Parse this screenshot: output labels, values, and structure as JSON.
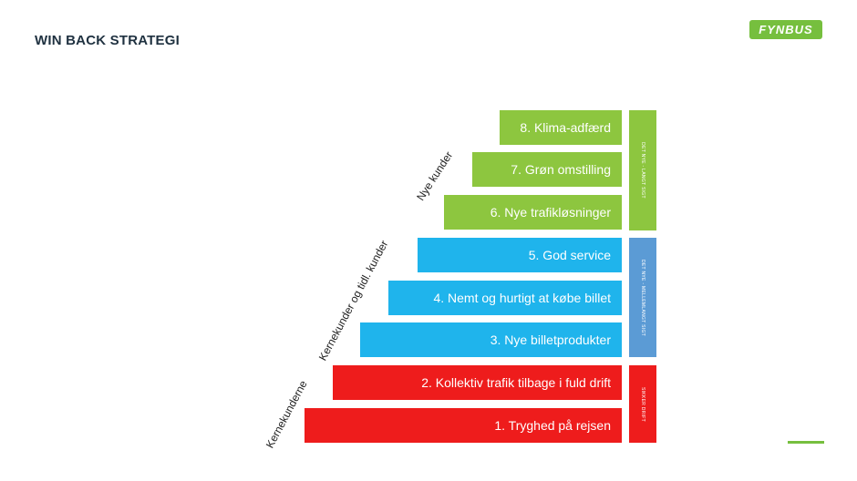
{
  "header": {
    "title": "WIN BACK STRATEGI",
    "logo_text": "FYNBUS"
  },
  "diagram": {
    "steps": [
      {
        "label": "8. Klima-adfærd",
        "color": "#8dc63f"
      },
      {
        "label": "7. Grøn omstilling",
        "color": "#8dc63f"
      },
      {
        "label": "6. Nye trafikløsninger",
        "color": "#8dc63f"
      },
      {
        "label": "5. God service",
        "color": "#1fb4ec"
      },
      {
        "label": "4. Nemt og hurtigt at købe billet",
        "color": "#1fb4ec"
      },
      {
        "label": "3. Nye billetprodukter",
        "color": "#1fb4ec"
      },
      {
        "label": "2. Kollektiv trafik tilbage i fuld drift",
        "color": "#ee1c1c"
      },
      {
        "label": "1. Tryghed på rejsen",
        "color": "#ee1c1c"
      }
    ],
    "side_labels": [
      {
        "label": "DET NYE - LANGT SIGT",
        "color": "#8dc63f"
      },
      {
        "label": "DET NYE - MELLEMLANGT SIGT",
        "color": "#5b9bd5"
      },
      {
        "label": "SIKKER DRIFT",
        "color": "#ee1c1c"
      }
    ],
    "group_labels": [
      "Nye kunder",
      "Kernekunder og tidl. kunder",
      "Kernekunderne"
    ]
  }
}
